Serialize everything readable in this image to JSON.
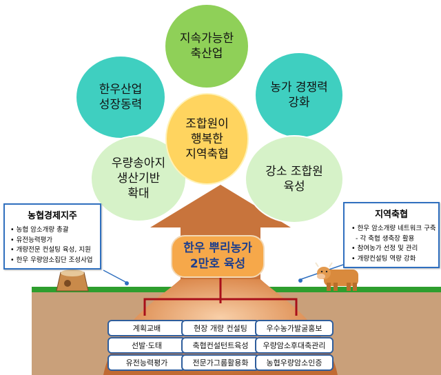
{
  "circles": {
    "top": "지속가능한\n축산업",
    "left": "한우산업\n성장동력",
    "right": "농가 경쟁력\n강화",
    "center": "조합원이\n행복한\n지역축협",
    "bottom_left": "우량송아지\n생산기반\n확대",
    "bottom_right": "강소 조합원\n육성"
  },
  "left_box": {
    "title": "농협경제지주",
    "items": [
      "• 농협 암소개량 총괄",
      "• 유전능력평가",
      "• 개량전문 컨설팅 육성, 지원",
      "• 한우 우량암소집단 조성사업"
    ]
  },
  "right_box": {
    "title": "지역축협",
    "items": [
      "• 한우 암소개량 네트워크 구축",
      "- 각 축협 생축장 활용",
      "• 참여농가 선정 및 관리",
      "• 개량컨설팅 역량 강화"
    ]
  },
  "banner": {
    "line1": "한우 뿌리농가",
    "line2": "2만호 육성"
  },
  "roots": [
    [
      "계획교배",
      "현장 개량 컨설팅",
      "우수농가발굴홍보"
    ],
    [
      "선발·도태",
      "축협컨설턴트육성",
      "우량암소후대축관리"
    ],
    [
      "유전능력평가",
      "전문가그룹활용화",
      "농협우량암소인증"
    ]
  ],
  "colors": {
    "circle_green": "#8fd058",
    "circle_teal": "#3fcfc0",
    "circle_light_green": "#d6f2c8",
    "circle_center": "#ffd45f",
    "arrow": "#c8743c",
    "soil": "#c9a07a",
    "grass": "#2e9e2e",
    "root_line": "#a80f1a",
    "box_border": "#2f6fbf"
  }
}
